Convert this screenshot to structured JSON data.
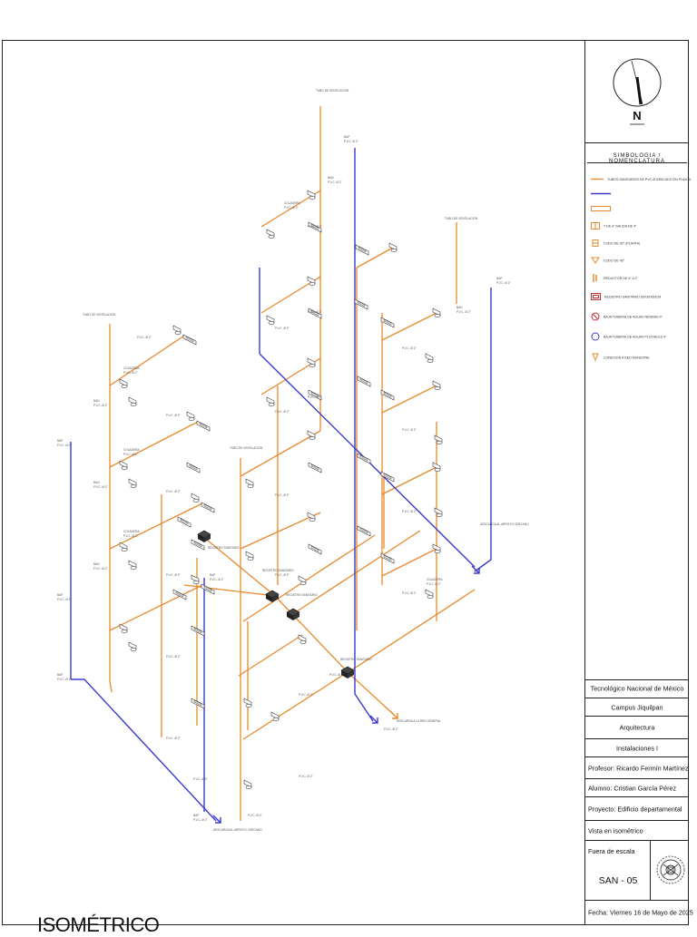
{
  "drawing": {
    "title": "ISOMÉTRICO",
    "labels": {
      "vent_tube": "TUBO DE VENTILACION",
      "pvc": "P.V.C. Ø 2\"",
      "bap": "BAP",
      "ban": "BAN",
      "coladera": "COLADERA",
      "registro": "REGISTRO SANITARIO",
      "descarga_arroyo": "DESCARGA AL ARROYO CERCANO",
      "descarga_red": "DESCARGA A LA RED GENERAL"
    }
  },
  "north": {
    "label": "N"
  },
  "legend": {
    "title": "SIMBOLOGIA / NOMENCLATURA",
    "items": [
      {
        "label": "TUBOS SANITARIOS DE PVC Ø INDICADO EN PLANTA",
        "icon": "orange-line-icon"
      },
      {
        "label": "",
        "icon": "blue-line-icon"
      },
      {
        "label": "",
        "icon": "double-line-icon"
      },
      {
        "label": "T DE 4\" SALIDA DE 4\"",
        "icon": "tee-icon"
      },
      {
        "label": "CODO DE 90° (PLANTA)",
        "icon": "elbow-90-icon"
      },
      {
        "label": "CODO DE 45°",
        "icon": "elbow-45-icon"
      },
      {
        "label": "REDUCTOR DE 4\" A 2\"",
        "icon": "reducer-icon"
      },
      {
        "label": "REGISTRO SANITARIO 80X30X60CM",
        "icon": "register-icon"
      },
      {
        "label": "BAJA TUBERIA DE AGUAS NEGRAS 4\"",
        "icon": "black-water-down-icon"
      },
      {
        "label": "BAJA TUBERIA DE AGUAS PLUVIALES 4\"",
        "icon": "rain-water-down-icon"
      },
      {
        "label": "CONEXION A RED MUNICIPAL",
        "icon": "municipal-connection-icon"
      }
    ]
  },
  "title_block": {
    "institution": "Tecnológico Nacional de México",
    "campus": "Campus Jiquilpan",
    "career": "Arquitectura",
    "course": "Instalaciones I",
    "professor": "Profesor: Ricardo Fermín Martínez",
    "student": "Alumno: Cristian García Pérez",
    "project": "Proyecto: Edificio departamental",
    "view": "Vista en isométrico",
    "scale": "Fuera de escala",
    "sheet": "SAN - 05",
    "date": "Fecha: Viernes 16 de Mayo de 2025"
  },
  "colors": {
    "sanitary": "#e8892b",
    "rain": "#3a3acf",
    "frame": "#222222"
  }
}
